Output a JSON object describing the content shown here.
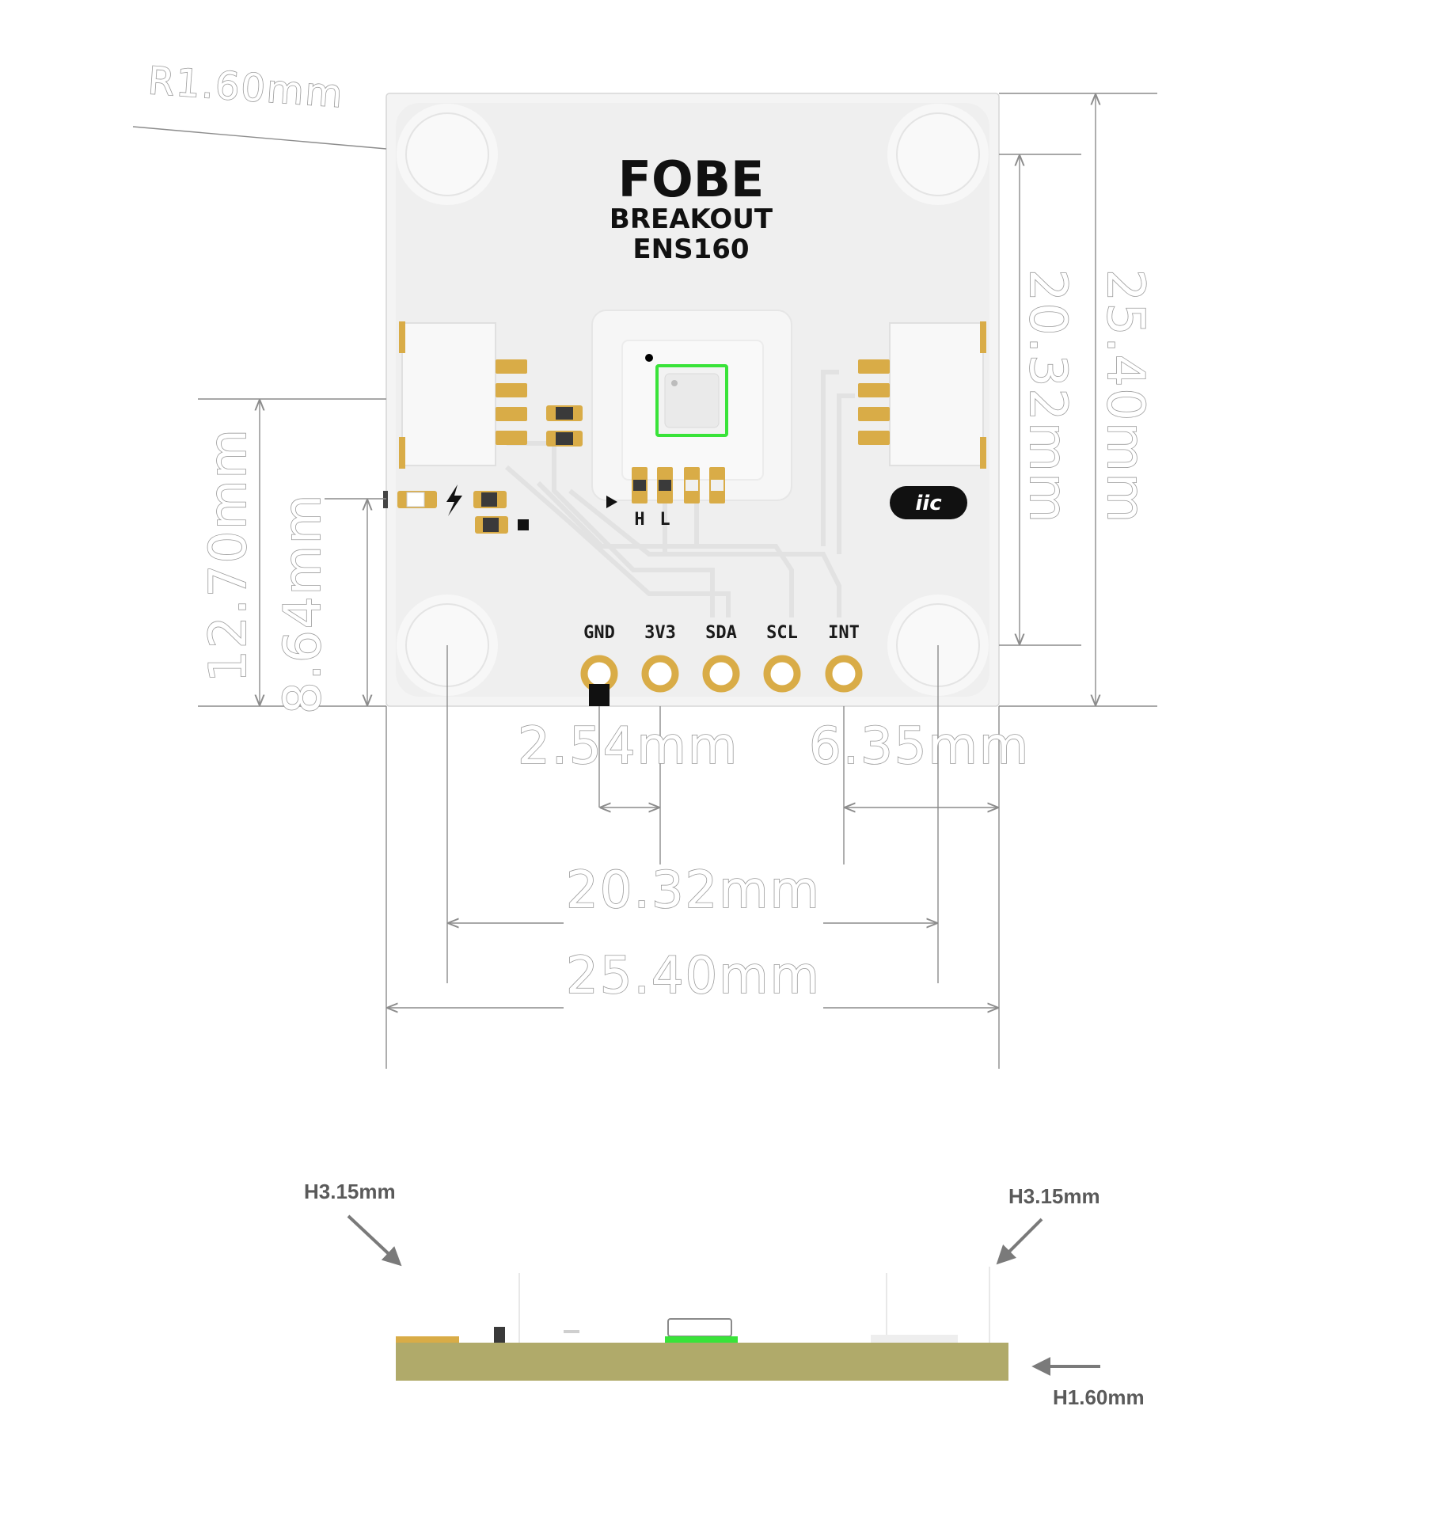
{
  "board": {
    "brand": "FOBE",
    "line1": "BREAKOUT",
    "line2": "ENS160",
    "badge": "iic",
    "jumper_labels": [
      "H",
      "L"
    ],
    "pins": [
      "GND",
      "3V3",
      "SDA",
      "SCL",
      "INT"
    ]
  },
  "dimensions": {
    "corner_radius": "R1.60mm",
    "board_height": "25.40mm",
    "hole_spacing_vertical": "20.32mm",
    "connector_offset": "12.70mm",
    "led_offset": "8.64mm",
    "pin_pitch": "2.54mm",
    "pin_edge_offset": "6.35mm",
    "hole_spacing_horizontal": "20.32mm",
    "board_width": "25.40mm"
  },
  "side_view": {
    "left_height": "H3.15mm",
    "right_height": "H3.15mm",
    "pcb_thickness": "H1.60mm"
  },
  "colors": {
    "pcb_face": "#f2f2f2",
    "gold": "#d9ac47",
    "sensor_outline": "#39e339",
    "pcb_edge": "#b0aa6a"
  }
}
